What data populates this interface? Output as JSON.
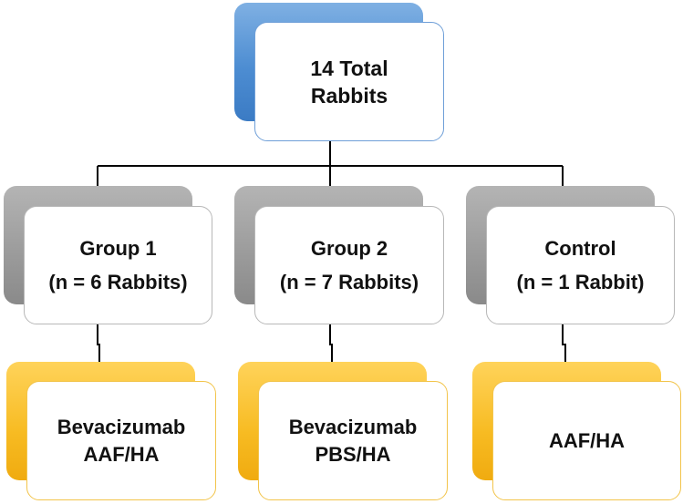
{
  "root": {
    "lines": [
      "14 Total",
      "Rabbits"
    ]
  },
  "groups": [
    {
      "lines": [
        "Group 1",
        "(n = 6 Rabbits)"
      ]
    },
    {
      "lines": [
        "Group 2",
        "(n = 7 Rabbits)"
      ]
    },
    {
      "lines": [
        "Control",
        "(n = 1 Rabbit)"
      ]
    }
  ],
  "treatments": [
    {
      "lines": [
        "Bevacizumab",
        "AAF/HA"
      ]
    },
    {
      "lines": [
        "Bevacizumab",
        "PBS/HA"
      ]
    },
    {
      "lines": [
        "AAF/HA"
      ]
    }
  ],
  "colors": {
    "root_accent": "#4d8dd2",
    "group_accent": "#9a9a9a",
    "treatment_accent": "#f7bb22",
    "connector": "#000000"
  }
}
